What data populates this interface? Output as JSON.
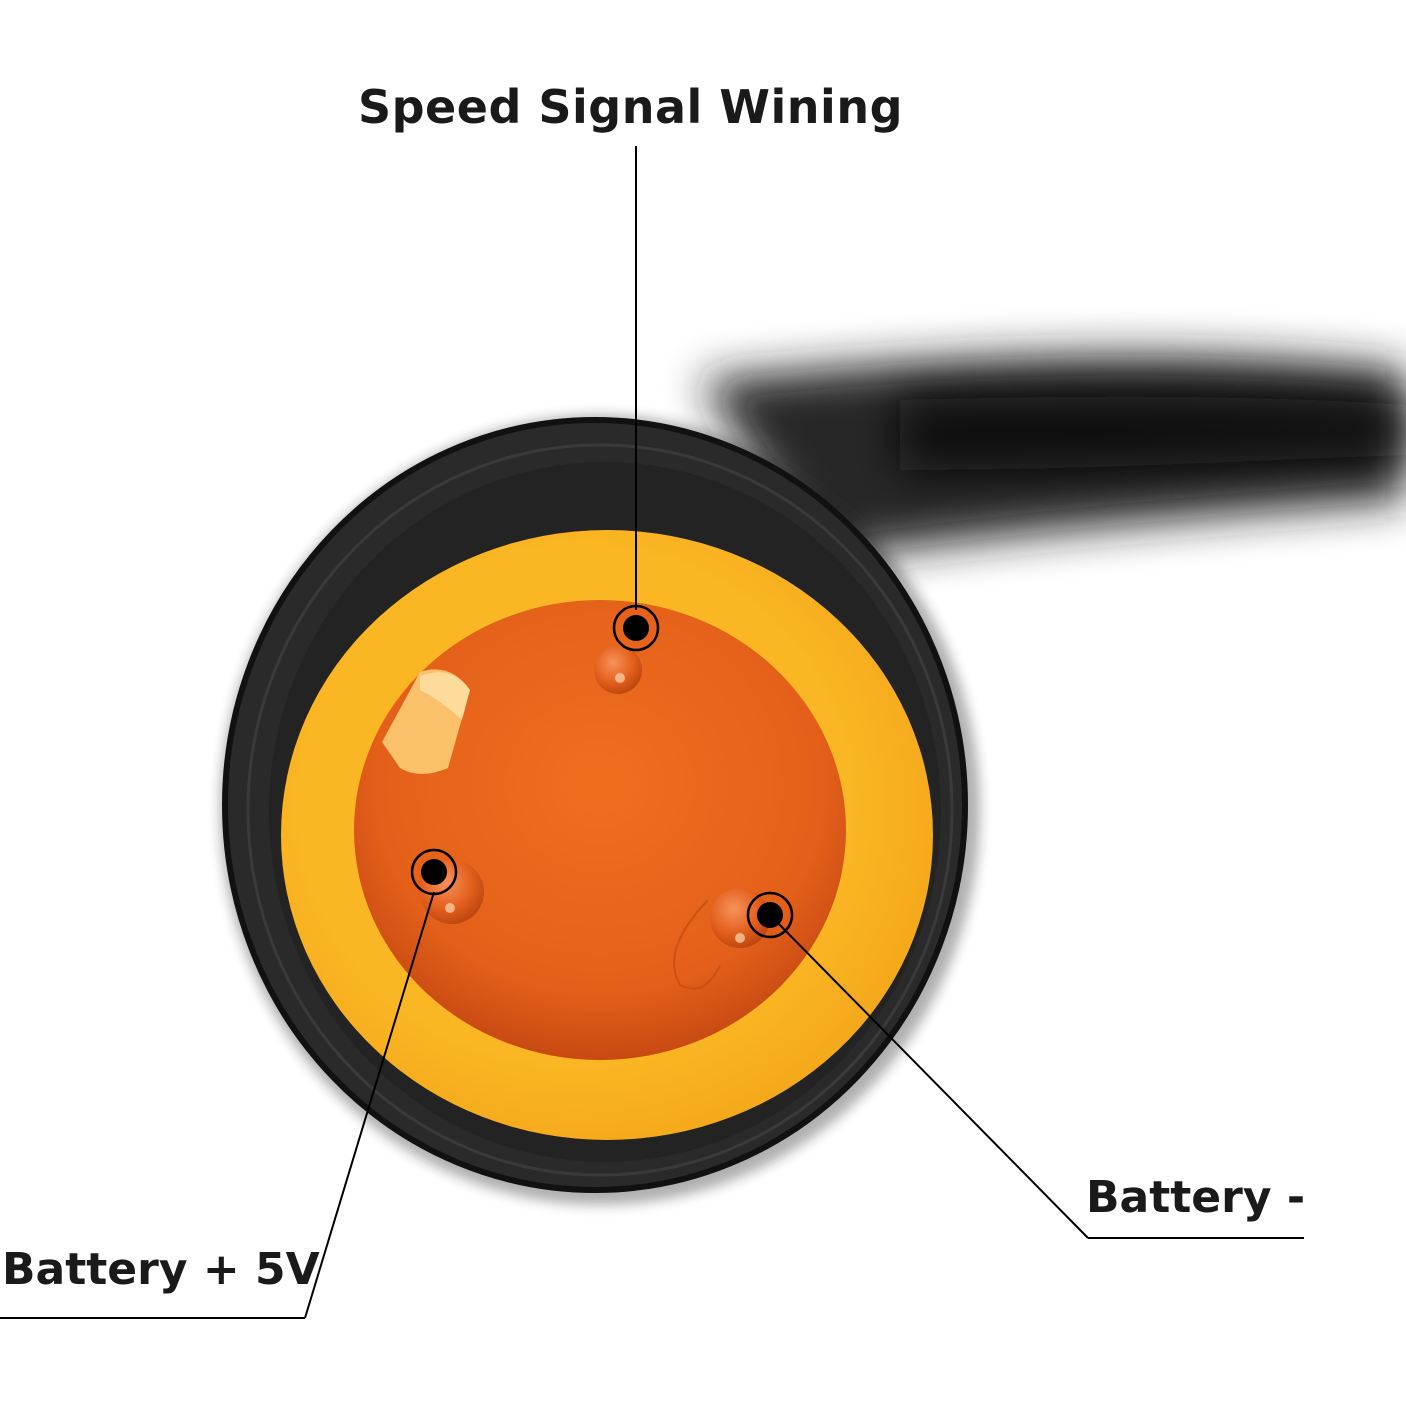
{
  "labels": {
    "speed_signal": "Speed Signal Wining",
    "battery_plus": "Battery + 5V",
    "battery_minus": "Battery -"
  },
  "colors": {
    "cable": "#1b1b1b",
    "outer_ring": "#262626",
    "yellow_ring": "#f9b31c",
    "cavity": "#e9661a",
    "pin": "#e15a18",
    "marker": "#000000",
    "leader_line": "#000000"
  },
  "pins": [
    {
      "role": "speed-signal"
    },
    {
      "role": "battery-plus-5v"
    },
    {
      "role": "battery-minus"
    }
  ]
}
